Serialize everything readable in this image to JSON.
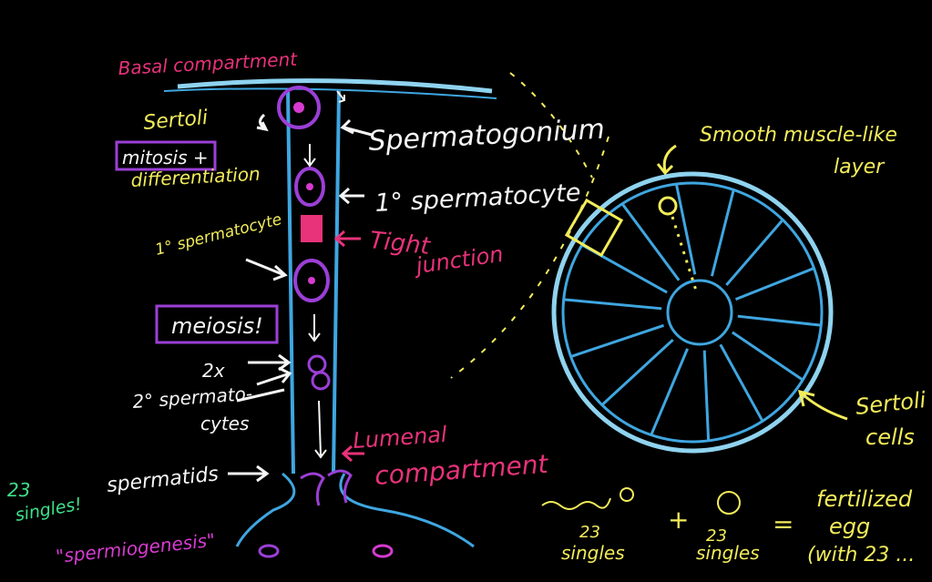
{
  "colors": {
    "pink": "#e8327a",
    "yellow": "#f2ec5a",
    "purple": "#9b3fd6",
    "blue": "#3fa6e0",
    "light_blue": "#8fd3ef",
    "white": "#f5f5f5",
    "green": "#3ee08a",
    "magenta": "#d63bd0",
    "tan": "#d9c48a"
  },
  "labels": {
    "basal_compartment": "Basal compartment",
    "sertoli": "Sertoli",
    "mitosis": "mitosis +",
    "differentiation": "differentiation",
    "spermatogonium": "Spermatogonium",
    "primary_spermatocyte_arrow": "1° spermatocyte",
    "primary_spermatocyte_left": "1° spermatocyte",
    "tight": "Tight",
    "junction": "junction",
    "meiosis": "meiosis!",
    "two_x": "2x",
    "secondary_spermato": "2° spermato-",
    "cytes": "cytes",
    "lumenal": "Lumenal",
    "compartment": "compartment",
    "twenty_three": "23",
    "singles_left": "singles!",
    "spermatids": "spermatids",
    "spermiogenesis": "\"spermiogenesis\"",
    "smooth_muscle_1": "Smooth muscle-like",
    "smooth_muscle_2": "layer",
    "sertoli_cells_1": "Sertoli",
    "sertoli_cells_2": "cells",
    "eq_23_a": "23",
    "eq_singles_a": "singles",
    "eq_plus": "+",
    "eq_23_b": "23",
    "eq_singles_b": "singles",
    "eq_equals": "=",
    "fertilized": "fertilized",
    "egg": "egg",
    "with23": "(with 23 ..."
  }
}
